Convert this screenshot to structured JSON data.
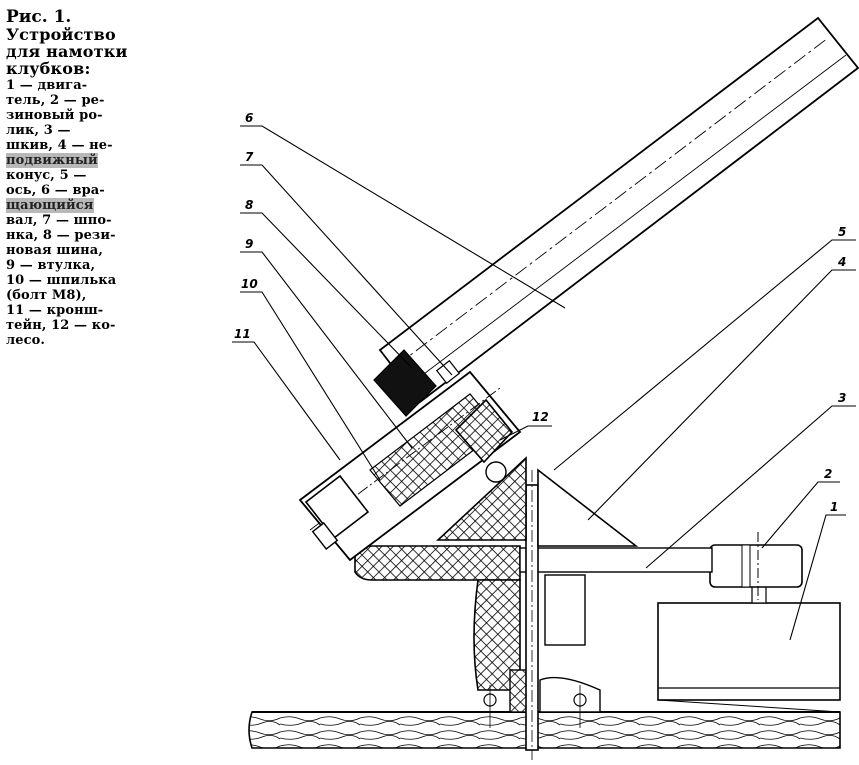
{
  "caption": {
    "title": "Рис. 1.",
    "heading": [
      "Устройство",
      "для намотки",
      "клубков:"
    ],
    "lines": [
      "1 — двига-",
      "тель, 2 — ре-",
      "зиновый ро-",
      "лик, 3 —",
      "шкив, 4 — не-",
      "подвижный",
      "конус, 5 —",
      "ось, 6 — вра-",
      "щающийся",
      "вал, 7 — шпо-",
      "нка, 8 — рези-",
      "новая шина,",
      "9 — втулка,",
      "10 — шпилька",
      "(болт M8),",
      "11 — кронш-",
      "тейн, 12 — ко-",
      "лесо."
    ]
  },
  "labels": {
    "n1": "1",
    "n2": "2",
    "n3": "3",
    "n4": "4",
    "n5": "5",
    "n6": "6",
    "n7": "7",
    "n8": "8",
    "n9": "9",
    "n10": "10",
    "n11": "11",
    "n12": "12"
  }
}
